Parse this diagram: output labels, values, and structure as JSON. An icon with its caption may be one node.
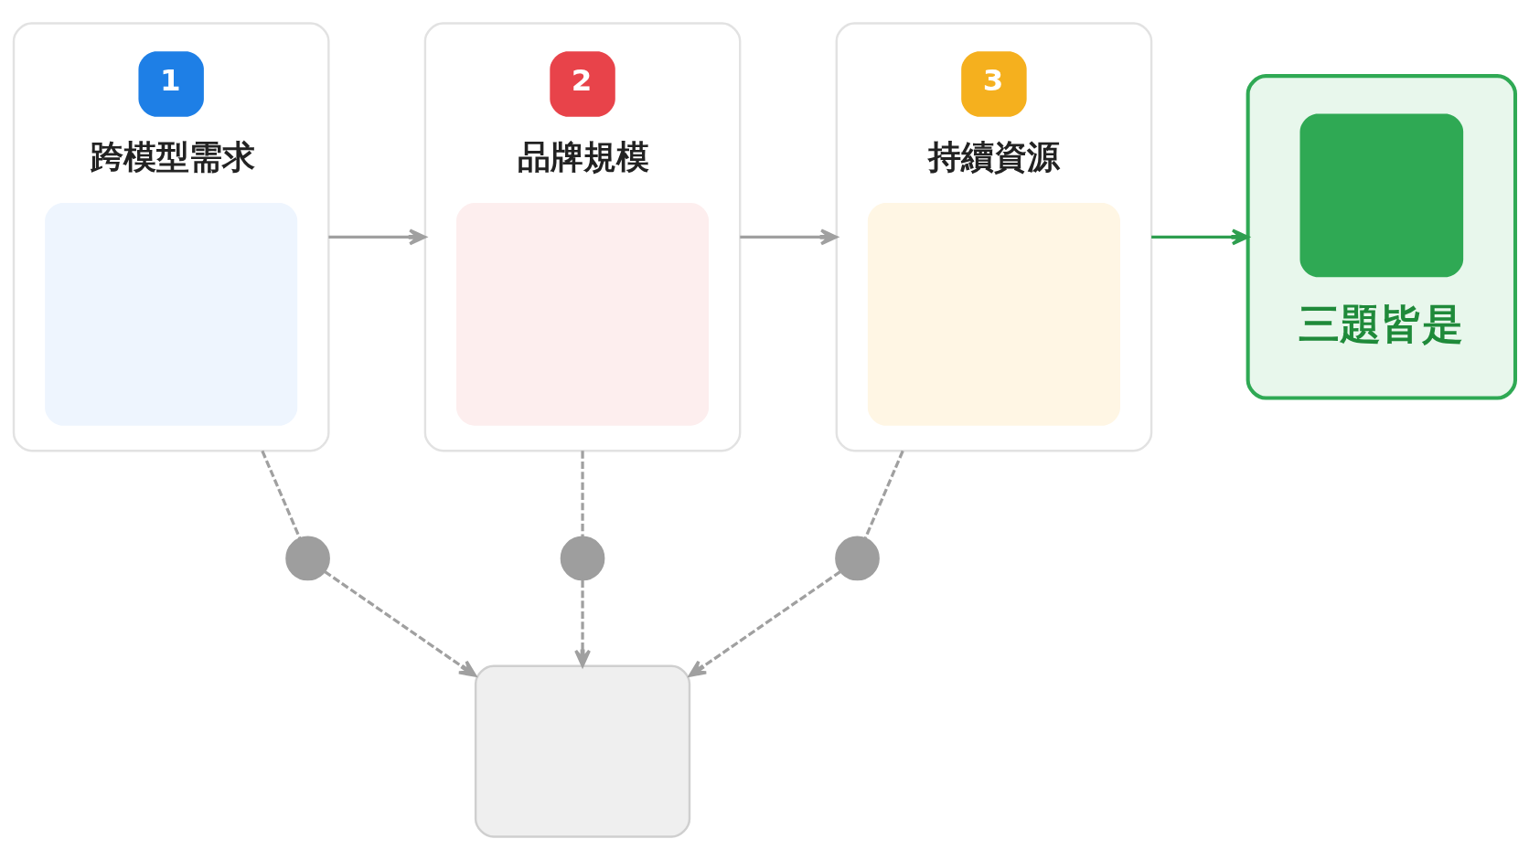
{
  "diagram": {
    "nodes": [
      {
        "text": [
          "1",
          "跨模型需求"
        ]
      },
      {
        "text": [
          "2",
          "品牌規模"
        ]
      },
      {
        "text": [
          "3",
          "持續資源"
        ]
      },
      {
        "text": [
          "三題皆是"
        ]
      },
      {
        "text": [],
        "shape": "circle"
      },
      {
        "text": [],
        "shape": "circle"
      },
      {
        "text": [],
        "shape": "circle"
      },
      {
        "text": [],
        "shape": "box"
      }
    ],
    "edges": [
      {
        "from": 0,
        "to": 1,
        "arrow": "to"
      },
      {
        "from": 1,
        "to": 2,
        "arrow": "to"
      },
      {
        "from": 2,
        "to": 3,
        "arrow": "to",
        "color": "#2e9e4f"
      },
      {
        "from": 0,
        "to": 4,
        "arrow": "none",
        "style": "dashed"
      },
      {
        "from": 1,
        "to": 5,
        "arrow": "none",
        "style": "dashed"
      },
      {
        "from": 2,
        "to": 6,
        "arrow": "none",
        "style": "dashed"
      },
      {
        "from": 4,
        "to": 7,
        "arrow": "to",
        "style": "dashed"
      },
      {
        "from": 5,
        "to": 7,
        "arrow": "to",
        "style": "dashed"
      },
      {
        "from": 6,
        "to": 7,
        "arrow": "to",
        "style": "dashed"
      }
    ]
  }
}
